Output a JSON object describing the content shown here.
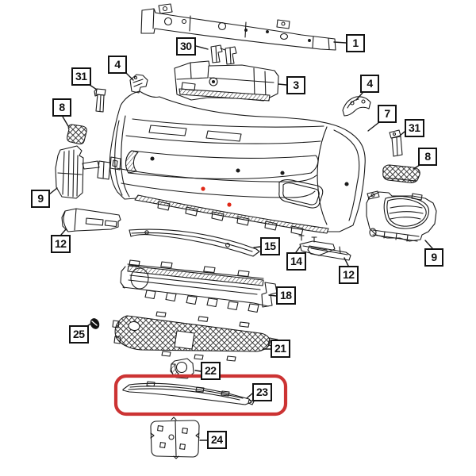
{
  "diagram": {
    "type": "exploded-parts-diagram",
    "subject": "front-bumper-assembly",
    "background": "#ffffff",
    "line_color": "#1a1a1a",
    "highlight": {
      "callout": "23",
      "color": "#cc3333"
    },
    "marker_color": "#e02817",
    "callouts": [
      {
        "num": "1",
        "part": "bumper-reinforcement-bar"
      },
      {
        "num": "30",
        "part": "mounting-bracket-upper"
      },
      {
        "num": "3",
        "part": "energy-absorber"
      },
      {
        "num": "4",
        "part": "side-bracket-left"
      },
      {
        "num": "31",
        "part": "support-bracket-left"
      },
      {
        "num": "8",
        "part": "vent-grille-left"
      },
      {
        "num": "9",
        "part": "fog-lamp-support-left"
      },
      {
        "num": "12",
        "part": "valance-trim-left"
      },
      {
        "num": "4",
        "part": "side-bracket-right"
      },
      {
        "num": "7",
        "part": "front-bumper-fascia"
      },
      {
        "num": "31",
        "part": "support-bracket-right"
      },
      {
        "num": "8",
        "part": "vent-grille-right"
      },
      {
        "num": "9",
        "part": "fog-lamp-housing-right"
      },
      {
        "num": "15",
        "part": "air-deflector-strip"
      },
      {
        "num": "14",
        "part": "small-bracket"
      },
      {
        "num": "12",
        "part": "valance-trim-right"
      },
      {
        "num": "18",
        "part": "lower-grille-support"
      },
      {
        "num": "25",
        "part": "retainer-clip"
      },
      {
        "num": "21",
        "part": "lower-mesh-grille"
      },
      {
        "num": "22",
        "part": "tow-hook-bezel"
      },
      {
        "num": "23",
        "part": "lower-applique-molding"
      },
      {
        "num": "24",
        "part": "license-plate-bracket"
      }
    ]
  }
}
